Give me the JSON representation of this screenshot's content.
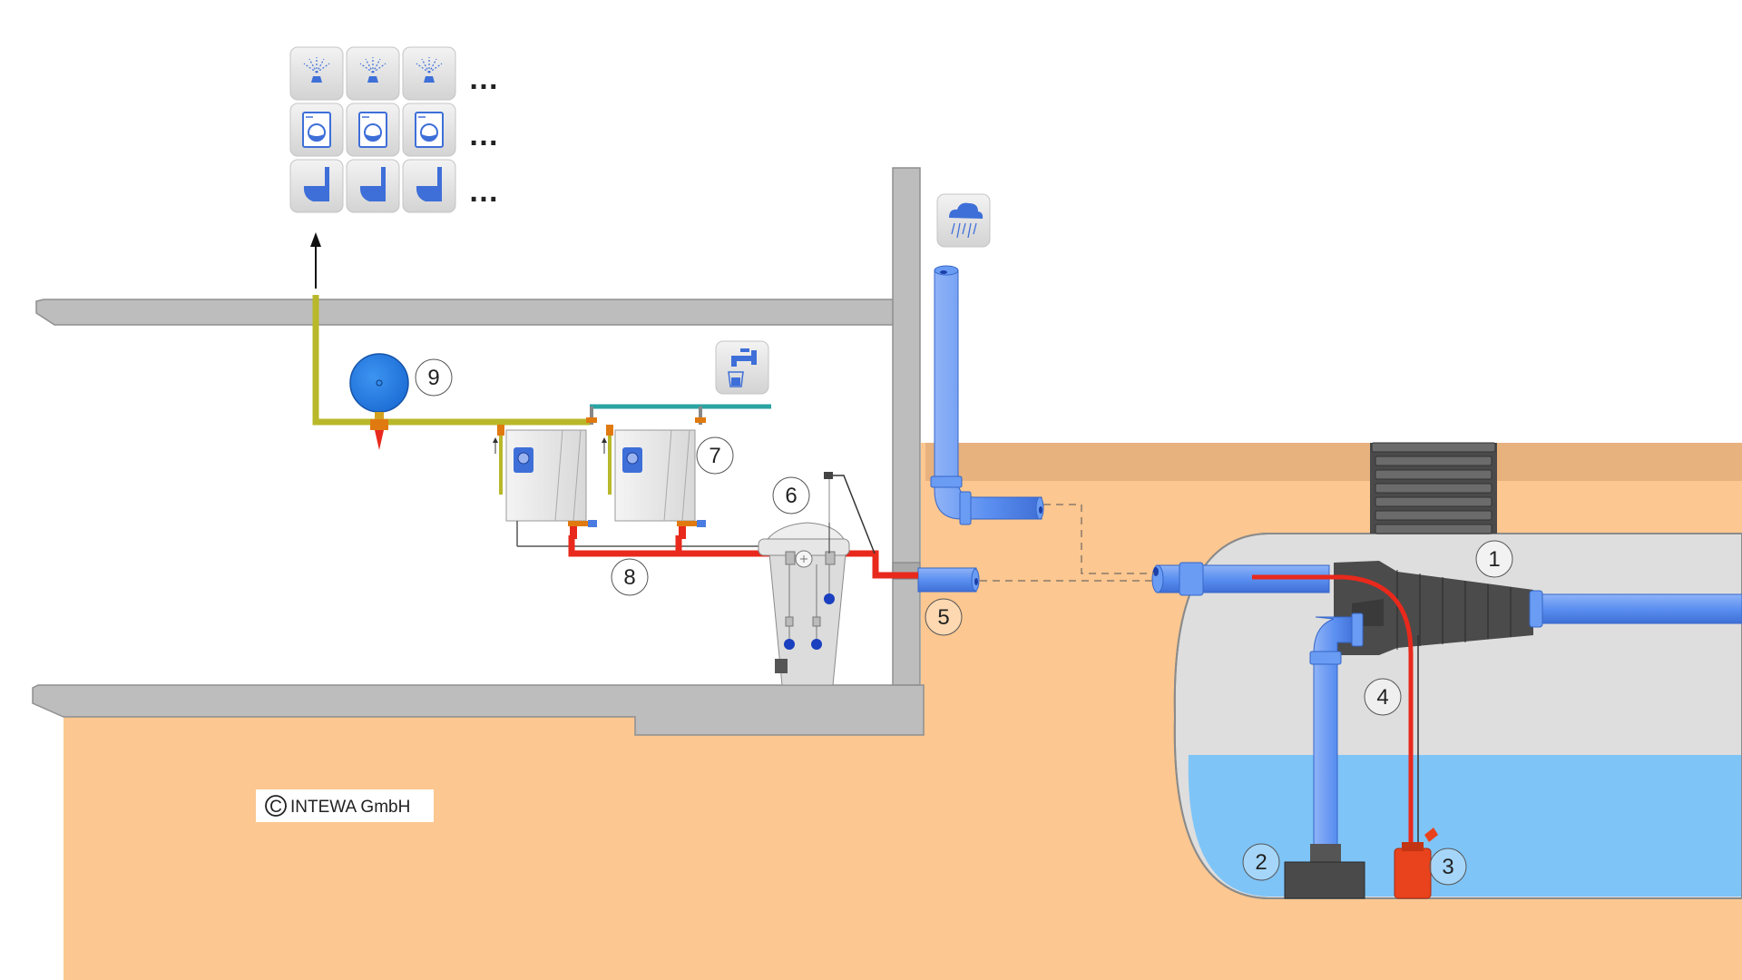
{
  "callouts": [
    {
      "id": "1",
      "label": "1"
    },
    {
      "id": "2",
      "label": "2"
    },
    {
      "id": "3",
      "label": "3"
    },
    {
      "id": "4",
      "label": "4"
    },
    {
      "id": "5",
      "label": "5"
    },
    {
      "id": "6",
      "label": "6"
    },
    {
      "id": "7",
      "label": "7"
    },
    {
      "id": "8",
      "label": "8"
    },
    {
      "id": "9",
      "label": "9"
    }
  ],
  "icons": {
    "row1": [
      "garden-sprinkler-icon",
      "garden-sprinkler-icon",
      "garden-sprinkler-icon"
    ],
    "row2": [
      "washing-machine-icon",
      "washing-machine-icon",
      "washing-machine-icon"
    ],
    "row3": [
      "toilet-icon",
      "toilet-icon",
      "toilet-icon"
    ],
    "rain": "rain-cloud-icon",
    "tap": "water-tap-icon"
  },
  "ellipsis": "…",
  "copyright": {
    "symbol": "C",
    "text": "INTEWA GmbH"
  },
  "colors": {
    "soil": "#fcc790",
    "soil_top": "#e7b07e",
    "concrete": "#bcbcbc",
    "rain_pipe": "#5b8ff0",
    "water": "#7ec4f7",
    "pressure_pipe": "#e8291c",
    "supply_pipe": "#b8b82a",
    "mains_pipe": "#2aa3a3",
    "pump": "#e8431c",
    "expansion_vessel": "#1e7ae0"
  }
}
